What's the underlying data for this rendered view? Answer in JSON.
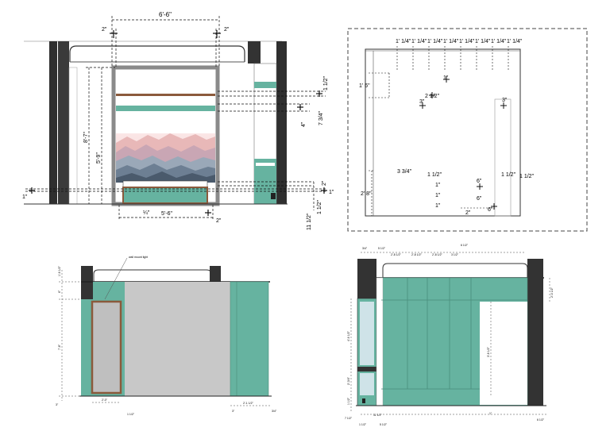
{
  "colors": {
    "teal": "#66b3a0",
    "dark": "#333333",
    "wood": "#8b5a3c",
    "grey_frame": "#8a8a8a",
    "carpet": "#c8c8c8",
    "mirror": "#bfbfbf"
  },
  "panel_a": {
    "dim_top_width": "6'-6\"",
    "dim_top_left": "2\"",
    "dim_top_right": "2\"",
    "dim_height_left": "8'-7\"",
    "dim_height_inner": "5'-9\"",
    "dim_left_floor": "1\"",
    "dim_bottom_width": "5'-6\"",
    "dim_bottom_right": "2\"",
    "dim_bottom_small": "¼\"",
    "dim_right_top": "1 1/2\"",
    "dim_right_mid_a": "4\"",
    "dim_right_mid_b": "7 3/4\"",
    "dim_right_low_a": "2\"",
    "dim_right_low_b": "1 1/2\"",
    "dim_right_low_c": "11 1/2\"",
    "dim_right_floor": "1\""
  },
  "panel_b": {
    "top_dims": [
      "1' 1/4\"",
      "1' 1/4\"",
      "1' 1/4\"",
      "1' 1/4\"",
      "1' 1/4\"",
      "1' 1/4\"",
      "1' 1/4\"",
      "1' 1/4\""
    ],
    "dim_left_upper": "1' 6\"",
    "dim_one_upper": "1\"",
    "dim_two_half": "2 1/2\"",
    "dim_three_left": "3\"",
    "dim_three_right": "3\"",
    "dim_three_three_quarter": "3 3/4\"",
    "dim_one_half_a": "1 1/2\"",
    "dim_one_a": "1\"",
    "dim_one_b": "1\"",
    "dim_one_c": "1\"",
    "dim_left_lower": "2' 8\"",
    "dim_two_bottom": "2\"",
    "dim_six_a": "6\"",
    "dim_six_b": "6\"",
    "dim_six_c": "6\"",
    "dim_one_half_right_a": "1 1/2\"",
    "dim_one_half_right_b": "1 1/2\""
  },
  "panel_c": {
    "label_light": "wall mount light",
    "dim_left_top": "1'-6 1/2\"",
    "dim_left_upper": "6\"",
    "dim_left_main": "7'-8\"",
    "dim_left_bottom": "3\"",
    "dim_mirror_width": "2'-0\"",
    "dim_mirror_gap": "1 1/2\"",
    "dim_right_a": "3\"",
    "dim_right_b": "2'-1 1/2\"",
    "dim_right_c": "3/4\""
  },
  "panel_d": {
    "top_dims": [
      "3/4\"",
      "5 1/2\"",
      "2'-8 1/2\"",
      "2'-8 1/2\"",
      "2'-8 1/2\"",
      "6 1/2\""
    ],
    "top_small": "3 1/2\"",
    "dim_left_main": "4'-6 1/2\"",
    "dim_left_lower": "2'-3/4\"",
    "dim_left_bottom": "1 1/2\"",
    "dim_right_upper": "2'-0 1/2\"",
    "dim_right_main": "3'-8 1/2\"",
    "dim_bottom_a": "7 1/2\"",
    "dim_bottom_b": "11 1/2\"",
    "dim_bottom_c": "1 1/2\"",
    "dim_bottom_d": "5 1/2\"",
    "dim_bottom_e": "1\"",
    "dim_bottom_f": "6 1/2\""
  }
}
